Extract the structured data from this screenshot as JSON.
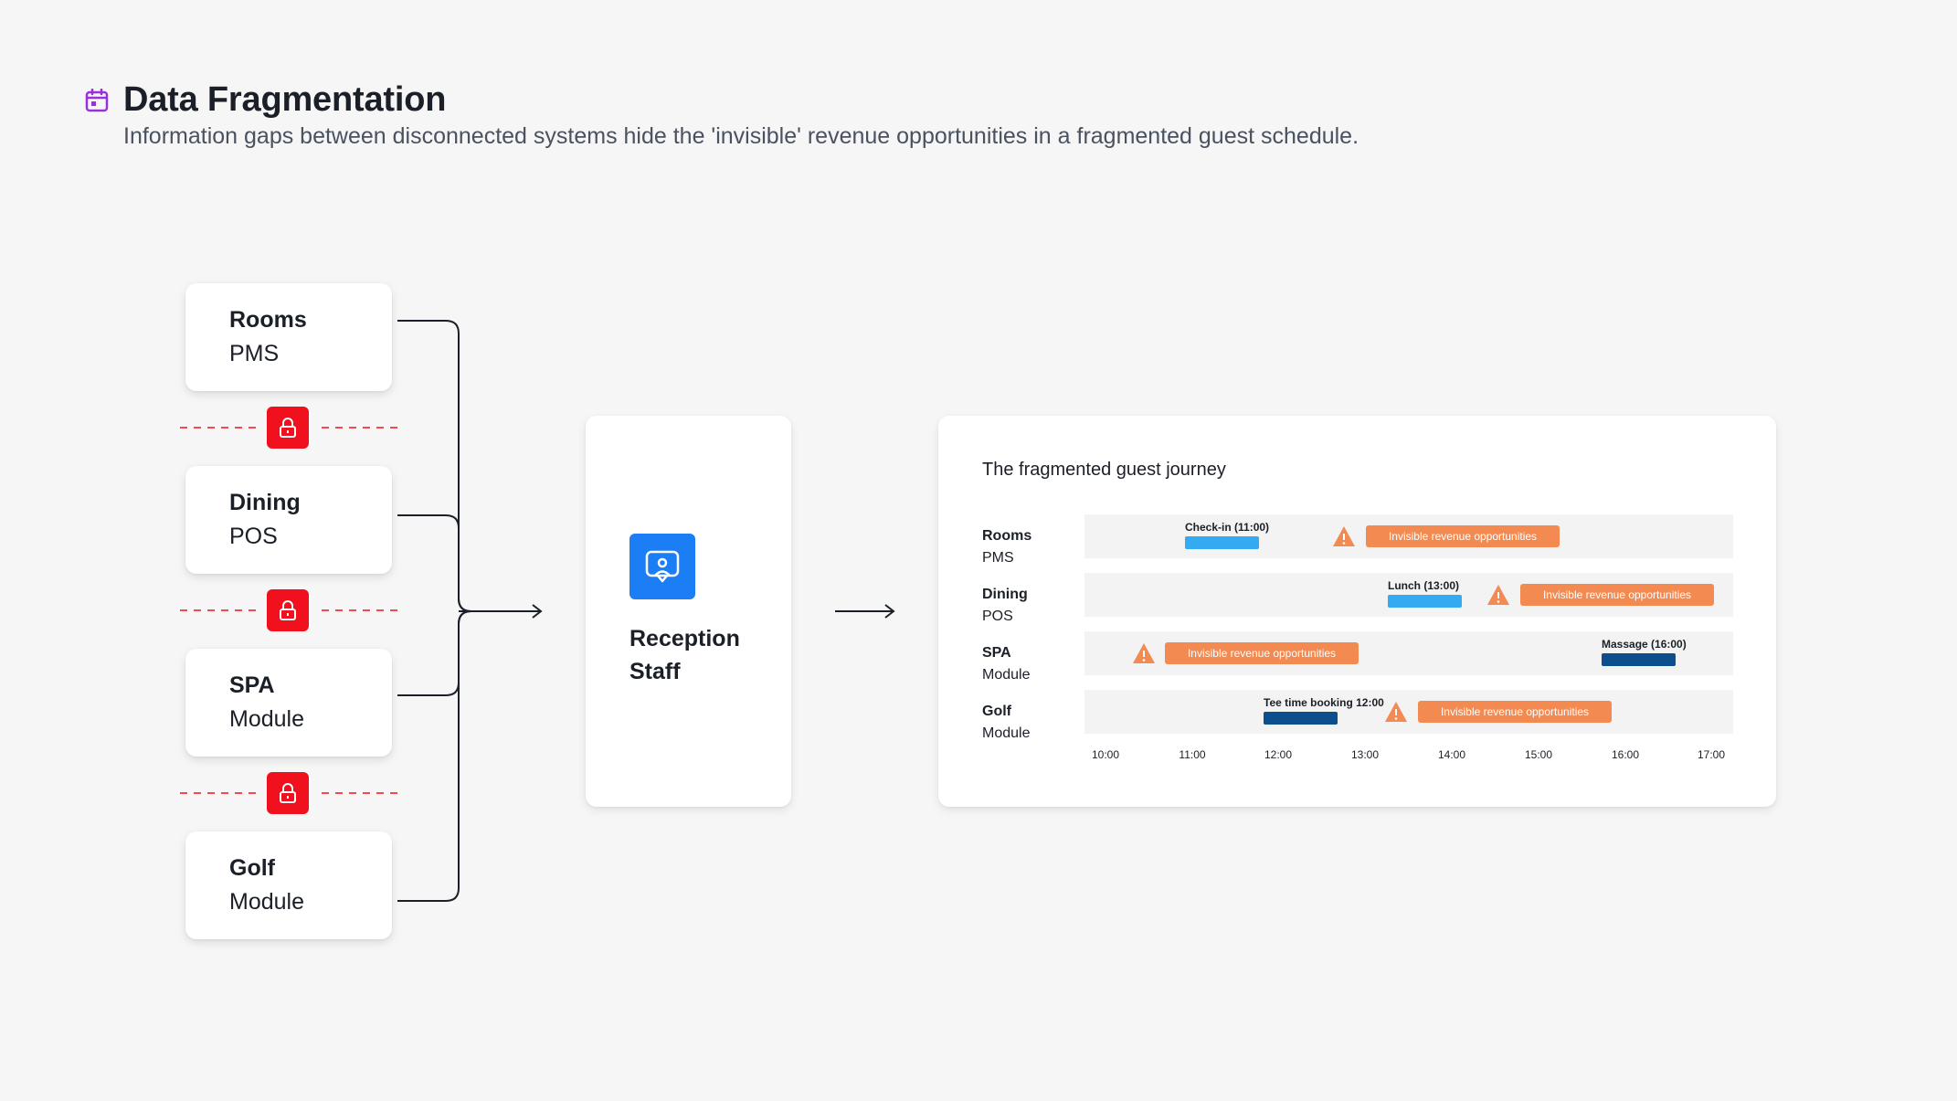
{
  "header": {
    "title": "Data Fragmentation",
    "subtitle": "Information gaps between disconnected systems hide the 'invisible' revenue opportunities in a fragmented guest schedule.",
    "icon": "calendar-icon",
    "icon_color": "#9b30d9"
  },
  "systems": [
    {
      "name": "Rooms",
      "type": "PMS"
    },
    {
      "name": "Dining",
      "type": "POS"
    },
    {
      "name": "SPA",
      "type": "Module"
    },
    {
      "name": "Golf",
      "type": "Module"
    }
  ],
  "lock": {
    "icon": "lock-icon",
    "color": "#f0101e"
  },
  "reception": {
    "line1": "Reception",
    "line2": "Staff",
    "icon": "reception-person-icon",
    "color": "#1b7ef5"
  },
  "journey": {
    "title": "The fragmented guest journey",
    "rows": [
      {
        "name": "Rooms",
        "type": "PMS",
        "event": "Check-in (11:00)",
        "opportunity": "Invisible revenue opportunities"
      },
      {
        "name": "Dining",
        "type": "POS",
        "event": "Lunch (13:00)",
        "opportunity": "Invisible revenue opportunities"
      },
      {
        "name": "SPA",
        "type": "Module",
        "event": "Massage (16:00)",
        "opportunity": "Invisible revenue opportunities"
      },
      {
        "name": "Golf",
        "type": "Module",
        "event": "Tee time booking 12:00",
        "opportunity": "Invisible revenue opportunities"
      }
    ],
    "times": [
      "10:00",
      "11:00",
      "12:00",
      "13:00",
      "14:00",
      "15:00",
      "16:00",
      "17:00"
    ],
    "colors": {
      "event_light": "#33aaf1",
      "event_dark": "#0d4f8d",
      "opportunity": "#f28a52",
      "lane": "#f3f3f3"
    }
  }
}
